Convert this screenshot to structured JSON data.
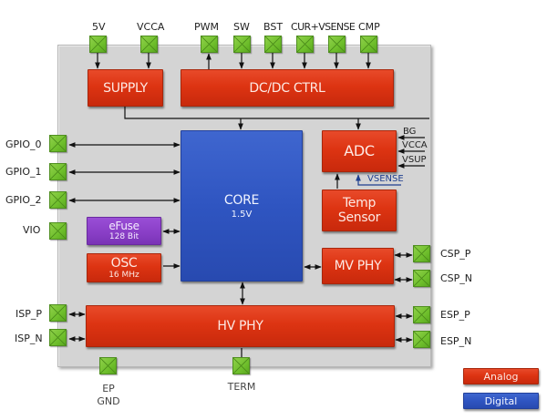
{
  "colors": {
    "analog": "#dd3412",
    "digital": "#2f55c1",
    "efuse": "#8a3fc7",
    "pad": "#6fbf2c",
    "chip_body": "#d4d4d4",
    "vsense_wire": "#1f3f8f"
  },
  "blocks": {
    "supply": {
      "label": "SUPPLY",
      "type": "analog"
    },
    "dcdc": {
      "label": "DC/DC CTRL",
      "type": "analog"
    },
    "adc": {
      "label": "ADC",
      "type": "analog"
    },
    "temp": {
      "label_line1": "Temp",
      "label_line2": "Sensor",
      "type": "analog"
    },
    "core": {
      "label": "CORE",
      "sublabel": "1.5V",
      "type": "digital"
    },
    "efuse": {
      "label": "eFuse",
      "sublabel": "128 Bit",
      "type": "efuse"
    },
    "osc": {
      "label": "OSC",
      "sublabel": "16 MHz",
      "type": "analog"
    },
    "mvphy": {
      "label": "MV PHY",
      "type": "analog"
    },
    "hvphy": {
      "label": "HV PHY",
      "type": "analog"
    }
  },
  "pins": {
    "top": [
      "5V",
      "VCCA",
      "PWM",
      "SW",
      "BST",
      "CUR+VSENSE",
      "CMP"
    ],
    "left": [
      "GPIO_0",
      "GPIO_1",
      "GPIO_2",
      "VIO",
      "ISP_P",
      "ISP_N"
    ],
    "right": [
      "CSP_P",
      "CSP_N",
      "ESP_P",
      "ESP_N"
    ],
    "bottom": [
      "EP\nGND",
      "TERM"
    ]
  },
  "pin_labels": {
    "p5v": "5V",
    "vcca": "VCCA",
    "pwm": "PWM",
    "sw": "SW",
    "bst": "BST",
    "cur": "CUR+VSENSE",
    "cmp": "CMP",
    "gpio0": "GPIO_0",
    "gpio1": "GPIO_1",
    "gpio2": "GPIO_2",
    "vio": "VIO",
    "isp_p": "ISP_P",
    "isp_n": "ISP_N",
    "csp_p": "CSP_P",
    "csp_n": "CSP_N",
    "esp_p": "ESP_P",
    "esp_n": "ESP_N",
    "ep": "EP",
    "gnd": "GND",
    "term": "TERM"
  },
  "adc_inputs": [
    "BG",
    "VCCA",
    "VSUP",
    "VSENSE"
  ],
  "legend": [
    {
      "label": "Analog",
      "type": "analog"
    },
    {
      "label": "Digital",
      "type": "digital"
    }
  ]
}
